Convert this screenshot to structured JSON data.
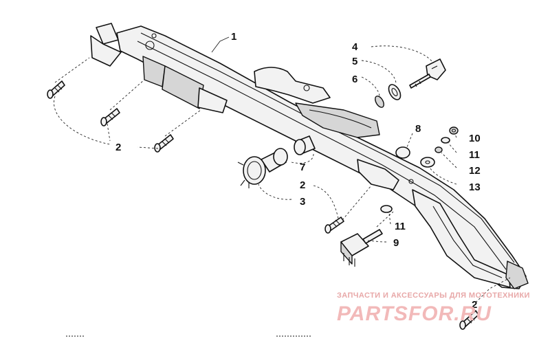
{
  "callouts": [
    {
      "id": "1",
      "text": "1"
    },
    {
      "id": "2a",
      "text": "2"
    },
    {
      "id": "2b",
      "text": "2"
    },
    {
      "id": "2c",
      "text": "2"
    },
    {
      "id": "3",
      "text": "3"
    },
    {
      "id": "4",
      "text": "4"
    },
    {
      "id": "5",
      "text": "5"
    },
    {
      "id": "6",
      "text": "6"
    },
    {
      "id": "7",
      "text": "7"
    },
    {
      "id": "8",
      "text": "8"
    },
    {
      "id": "9",
      "text": "9"
    },
    {
      "id": "10",
      "text": "10"
    },
    {
      "id": "11a",
      "text": "11"
    },
    {
      "id": "11b",
      "text": "11"
    },
    {
      "id": "12",
      "text": "12"
    },
    {
      "id": "13",
      "text": "13"
    }
  ],
  "watermark": {
    "tagline": "ЗАПЧАСТИ И АКСЕССУАРЫ ДЛЯ МОТОТЕХНИКИ",
    "logo": "PARTSFOR.RU"
  }
}
